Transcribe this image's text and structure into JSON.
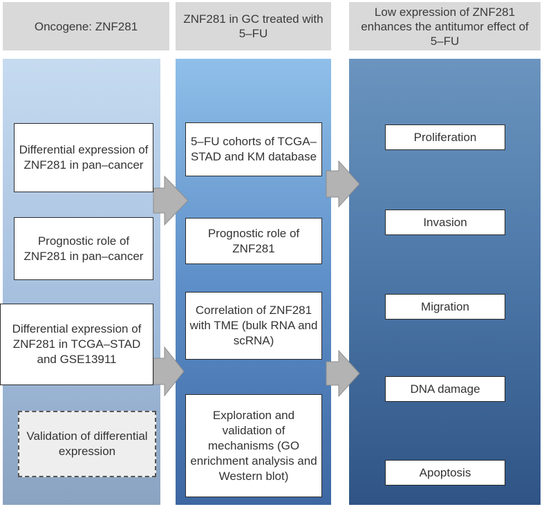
{
  "headers": {
    "col1": "Oncogene: ZNF281",
    "col2": "ZNF281 in GC treated with 5–FU",
    "col3": "Low expression of ZNF281 enhances the antitumor effect of 5–FU"
  },
  "col1_boxes": [
    "Differential expression of ZNF281 in pan–cancer",
    "Prognostic role of ZNF281 in pan–cancer",
    "Differential expression of ZNF281 in TCGA–STAD and GSE13911",
    "Validation of differential expression"
  ],
  "col2_boxes": [
    "5–FU cohorts of TCGA–STAD and KM database",
    "Prognostic role of ZNF281",
    "Correlation of ZNF281 with TME (bulk RNA and scRNA)",
    "Exploration and validation of mechanisms (GO enrichment analysis and Western blot)"
  ],
  "col3_boxes": [
    "Proliferation",
    "Invasion",
    "Migration",
    "DNA damage",
    "Apoptosis"
  ],
  "colors": {
    "header_bg": "#d9d9d9",
    "arrow_fill": "#b3b3b3"
  }
}
